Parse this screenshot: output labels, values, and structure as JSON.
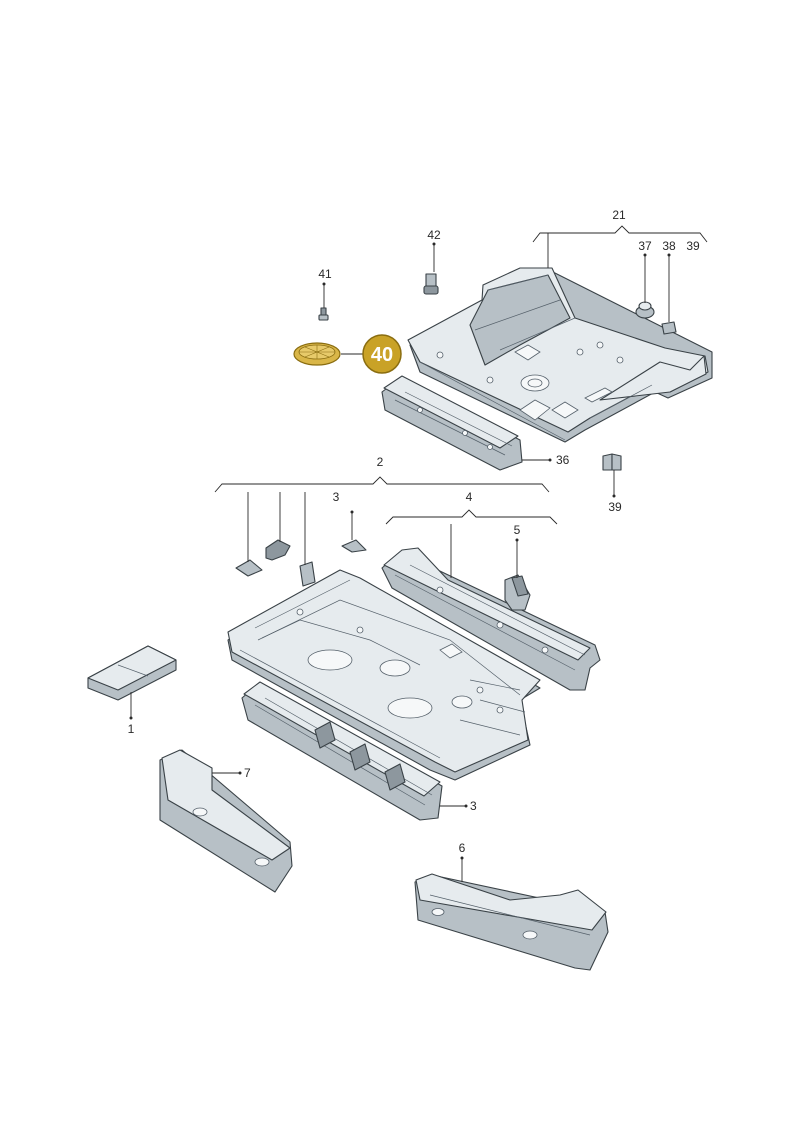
{
  "labels": {
    "p1": "1",
    "p2": "2",
    "p3a": "3",
    "p3b": "3",
    "p4": "4",
    "p5": "5",
    "p6": "6",
    "p7": "7",
    "p21": "21",
    "p36": "36",
    "p37": "37",
    "p38": "38",
    "p39a": "39",
    "p39b": "39",
    "p40": "40",
    "p41": "41",
    "p42": "42"
  },
  "highlight": {
    "part": "40",
    "color": "#c9a227"
  }
}
